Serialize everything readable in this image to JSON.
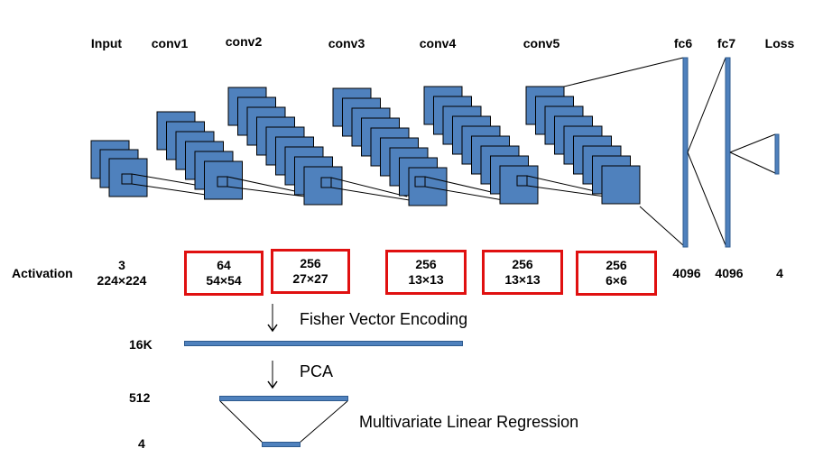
{
  "layers": {
    "input": "Input",
    "conv1": "conv1",
    "conv2": "conv2",
    "conv3": "conv3",
    "conv4": "conv4",
    "conv5": "conv5",
    "fc6": "fc6",
    "fc7": "fc7",
    "loss": "Loss"
  },
  "activation": {
    "label": "Activation",
    "input": [
      "3",
      "224×224"
    ],
    "conv1": [
      "64",
      "54×54"
    ],
    "conv2": [
      "256",
      "27×27"
    ],
    "conv3": [
      "256",
      "13×13"
    ],
    "conv4": [
      "256",
      "13×13"
    ],
    "conv5": [
      "256",
      "6×6"
    ],
    "fc6": "4096",
    "fc7": "4096",
    "loss": "4"
  },
  "pipeline": {
    "fisher": "Fisher Vector Encoding",
    "pca": "PCA",
    "regression": "Multivariate Linear Regression",
    "dim_16k": "16K",
    "dim_512": "512",
    "dim_4": "4"
  },
  "colors": {
    "block": "#4f81bd",
    "block_edge": "#2e5a8e",
    "highlight": "#e01010"
  }
}
